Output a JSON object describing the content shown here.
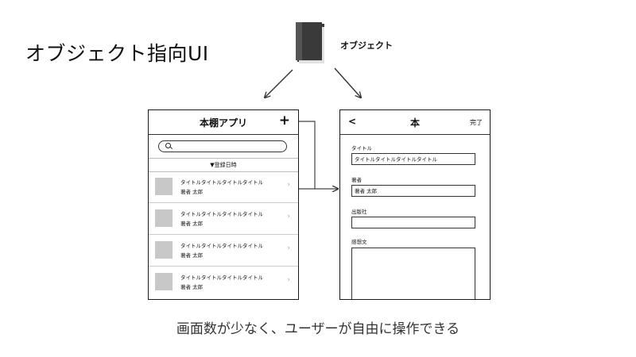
{
  "title": "オブジェクト指向UI",
  "object_label": "オブジェクト",
  "caption": "画面数が少なく、ユーザーが自由に操作できる",
  "list_screen": {
    "title": "本棚アプリ",
    "add_label": "+",
    "sort_label": "▼登録日時",
    "items": [
      {
        "title": "タイトルタイトルタイトルタイトル",
        "author": "著者 太郎",
        "chevron": "›"
      },
      {
        "title": "タイトルタイトルタイトルタイトル",
        "author": "著者 太郎",
        "chevron": "›"
      },
      {
        "title": "タイトルタイトルタイトルタイトル",
        "author": "著者 太郎",
        "chevron": "›"
      },
      {
        "title": "タイトルタイトルタイトルタイトル",
        "author": "著者 太郎",
        "chevron": "›"
      }
    ]
  },
  "detail_screen": {
    "back_label": "<",
    "title": "本",
    "done_label": "完了",
    "fields": {
      "title": {
        "label": "タイトル",
        "value": "タイトルタイトルタイトルタイトル"
      },
      "author": {
        "label": "著者",
        "value": "著者 太郎"
      },
      "publisher": {
        "label": "出版社",
        "value": ""
      },
      "review": {
        "label": "感想文",
        "value": ""
      }
    }
  }
}
